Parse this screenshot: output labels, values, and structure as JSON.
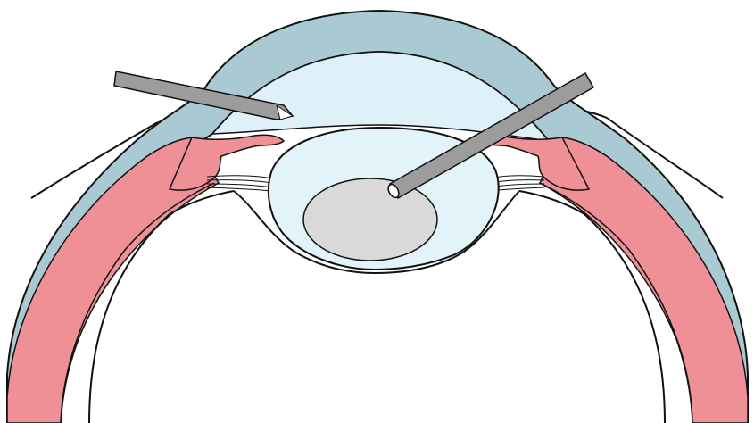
{
  "diagram": {
    "colors": {
      "background": "#ffffff",
      "cornea_sclera": "#a9c9d3",
      "anterior_chamber": "#dff1f8",
      "lens": "#e2f3fa",
      "nucleus": "#d9d9d9",
      "iris_ciliary": "#ef8f96",
      "instrument": "#9c9c9c",
      "outline": "#111111"
    },
    "parts": [
      "cornea",
      "sclera",
      "anterior-chamber",
      "iris",
      "ciliary-body",
      "zonules",
      "lens-capsule",
      "lens-nucleus",
      "choroid",
      "retina",
      "eyelid",
      "incision-instrument",
      "aspiration-probe"
    ]
  }
}
